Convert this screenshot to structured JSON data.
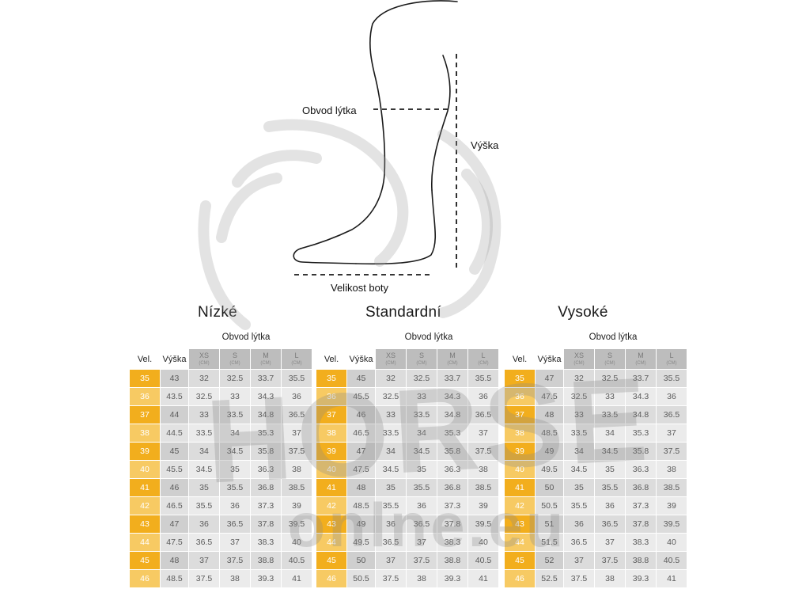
{
  "diagram": {
    "calf_label": "Obvod lýtka",
    "height_label": "Výška",
    "foot_label": "Velikost boty"
  },
  "watermark": {
    "brand_line1": "HORSE",
    "brand_line2": "onlne.eu"
  },
  "tables": [
    {
      "title": "Nízké",
      "subtitle": "Obvod lýtka",
      "headers": {
        "vel": "Vel.",
        "vyska": "Výška",
        "sizes": [
          "XS",
          "S",
          "M",
          "L"
        ],
        "unit": "(CM)"
      },
      "rows": [
        [
          "35",
          "43",
          "32",
          "32.5",
          "33.7",
          "35.5"
        ],
        [
          "36",
          "43.5",
          "32.5",
          "33",
          "34.3",
          "36"
        ],
        [
          "37",
          "44",
          "33",
          "33.5",
          "34.8",
          "36.5"
        ],
        [
          "38",
          "44.5",
          "33.5",
          "34",
          "35.3",
          "37"
        ],
        [
          "39",
          "45",
          "34",
          "34.5",
          "35.8",
          "37.5"
        ],
        [
          "40",
          "45.5",
          "34.5",
          "35",
          "36.3",
          "38"
        ],
        [
          "41",
          "46",
          "35",
          "35.5",
          "36.8",
          "38.5"
        ],
        [
          "42",
          "46.5",
          "35.5",
          "36",
          "37.3",
          "39"
        ],
        [
          "43",
          "47",
          "36",
          "36.5",
          "37.8",
          "39.5"
        ],
        [
          "44",
          "47.5",
          "36.5",
          "37",
          "38.3",
          "40"
        ],
        [
          "45",
          "48",
          "37",
          "37.5",
          "38.8",
          "40.5"
        ],
        [
          "46",
          "48.5",
          "37.5",
          "38",
          "39.3",
          "41"
        ]
      ]
    },
    {
      "title": "Standardní",
      "subtitle": "Obvod lýtka",
      "headers": {
        "vel": "Vel.",
        "vyska": "Výška",
        "sizes": [
          "XS",
          "S",
          "M",
          "L"
        ],
        "unit": "(CM)"
      },
      "rows": [
        [
          "35",
          "45",
          "32",
          "32.5",
          "33.7",
          "35.5"
        ],
        [
          "36",
          "45.5",
          "32.5",
          "33",
          "34.3",
          "36"
        ],
        [
          "37",
          "46",
          "33",
          "33.5",
          "34.8",
          "36.5"
        ],
        [
          "38",
          "46.5",
          "33.5",
          "34",
          "35.3",
          "37"
        ],
        [
          "39",
          "47",
          "34",
          "34.5",
          "35.8",
          "37.5"
        ],
        [
          "40",
          "47.5",
          "34.5",
          "35",
          "36.3",
          "38"
        ],
        [
          "41",
          "48",
          "35",
          "35.5",
          "36.8",
          "38.5"
        ],
        [
          "42",
          "48.5",
          "35.5",
          "36",
          "37.3",
          "39"
        ],
        [
          "43",
          "49",
          "36",
          "36.5",
          "37.8",
          "39.5"
        ],
        [
          "44",
          "49.5",
          "36.5",
          "37",
          "38.3",
          "40"
        ],
        [
          "45",
          "50",
          "37",
          "37.5",
          "38.8",
          "40.5"
        ],
        [
          "46",
          "50.5",
          "37.5",
          "38",
          "39.3",
          "41"
        ]
      ]
    },
    {
      "title": "Vysoké",
      "subtitle": "Obvod lýtka",
      "headers": {
        "vel": "Vel.",
        "vyska": "Výška",
        "sizes": [
          "XS",
          "S",
          "M",
          "L"
        ],
        "unit": "(CM)"
      },
      "rows": [
        [
          "35",
          "47",
          "32",
          "32.5",
          "33.7",
          "35.5"
        ],
        [
          "36",
          "47.5",
          "32.5",
          "33",
          "34.3",
          "36"
        ],
        [
          "37",
          "48",
          "33",
          "33.5",
          "34.8",
          "36.5"
        ],
        [
          "38",
          "48.5",
          "33.5",
          "34",
          "35.3",
          "37"
        ],
        [
          "39",
          "49",
          "34",
          "34.5",
          "35.8",
          "37.5"
        ],
        [
          "40",
          "49.5",
          "34.5",
          "35",
          "36.3",
          "38"
        ],
        [
          "41",
          "50",
          "35",
          "35.5",
          "36.8",
          "38.5"
        ],
        [
          "42",
          "50.5",
          "35.5",
          "36",
          "37.3",
          "39"
        ],
        [
          "43",
          "51",
          "36",
          "36.5",
          "37.8",
          "39.5"
        ],
        [
          "44",
          "51.5",
          "36.5",
          "37",
          "38.3",
          "40"
        ],
        [
          "45",
          "52",
          "37",
          "37.5",
          "38.8",
          "40.5"
        ],
        [
          "46",
          "52.5",
          "37.5",
          "38",
          "39.3",
          "41"
        ]
      ]
    }
  ],
  "colors": {
    "vel_dark": "#f2ae1d",
    "vel_light": "#f7ca63",
    "header_gray": "#bdbdbd",
    "row_dark": "#dcdcdc",
    "row_light": "#ebebeb"
  }
}
